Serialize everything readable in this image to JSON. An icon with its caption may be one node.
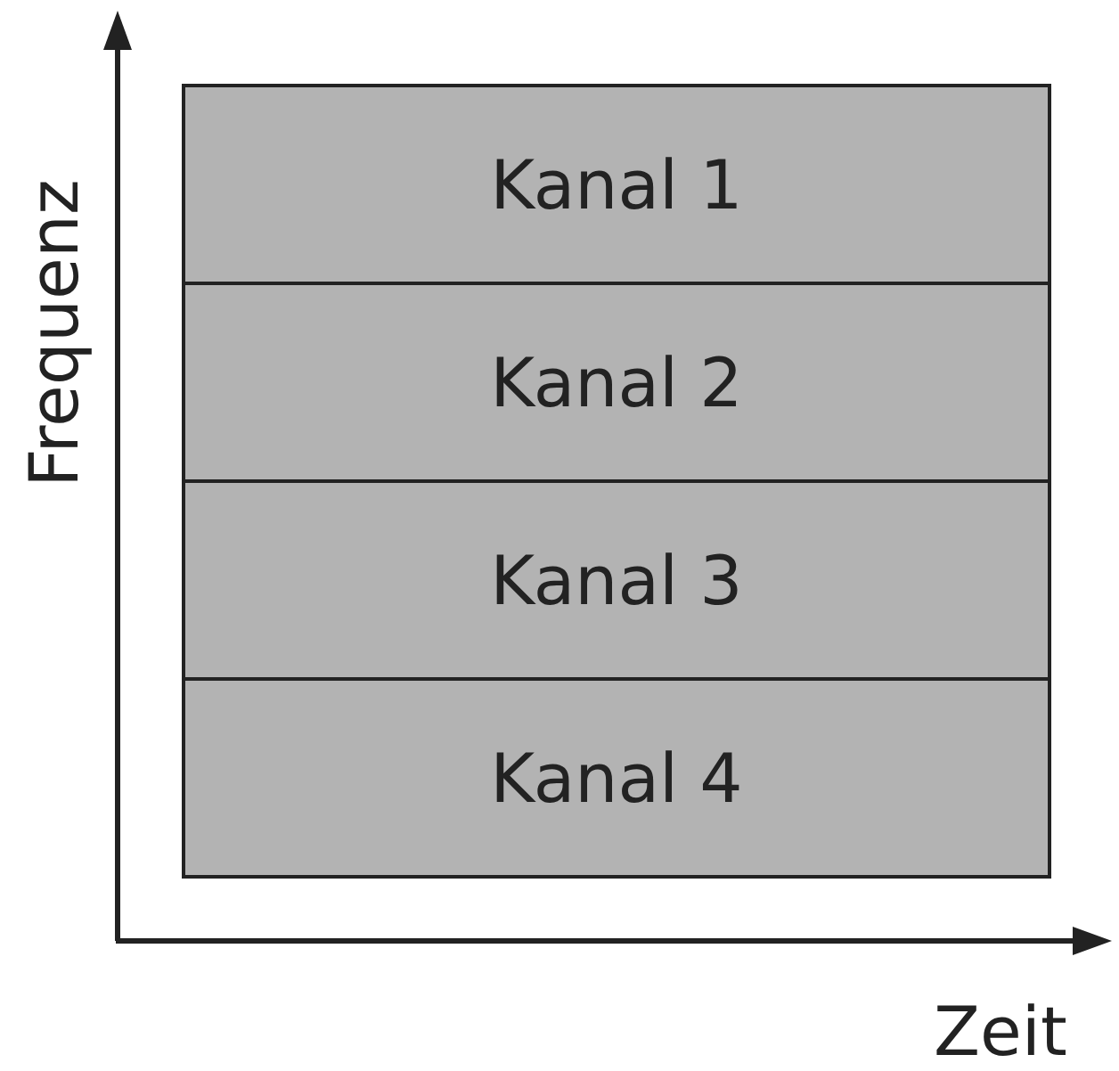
{
  "diagram": {
    "nodes": [
      {
        "text": [
          "Kanal 1"
        ]
      },
      {
        "text": [
          "Kanal 2"
        ]
      },
      {
        "text": [
          "Kanal 3"
        ]
      },
      {
        "text": [
          "Kanal 4"
        ]
      }
    ],
    "labels": [
      "Frequenz",
      "Zeit"
    ]
  }
}
